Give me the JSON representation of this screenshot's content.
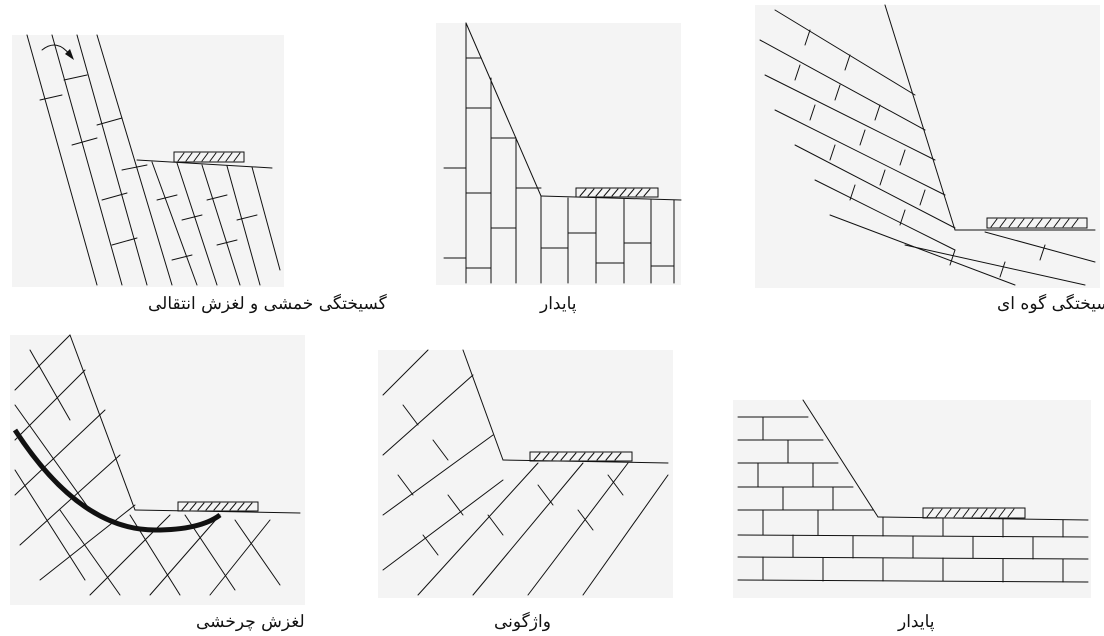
{
  "figure": {
    "captions": {
      "top_left": "گسیختگی خمشی و لغزش انتقالی",
      "top_middle": "پایدار",
      "top_right": "گسیختگی گوه ای",
      "bottom_left": "لغزش چرخشی",
      "bottom_middle": "واژگونی",
      "bottom_right": "پایدار"
    },
    "ink_color": "#111111",
    "shading_color": "#f1f1f1"
  }
}
